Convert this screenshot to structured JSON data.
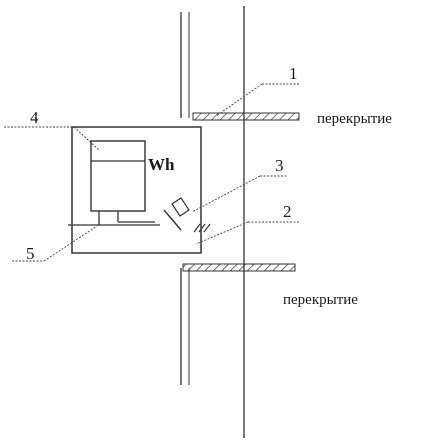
{
  "labels": {
    "n1": "1",
    "n2": "2",
    "n3": "3",
    "n4": "4",
    "n5": "5",
    "meter": "Wh",
    "floor_top": "перекрытие",
    "floor_bottom": "перекрытие"
  },
  "colors": {
    "line": "#333333",
    "hatch": "#333333",
    "background": "#ffffff"
  }
}
